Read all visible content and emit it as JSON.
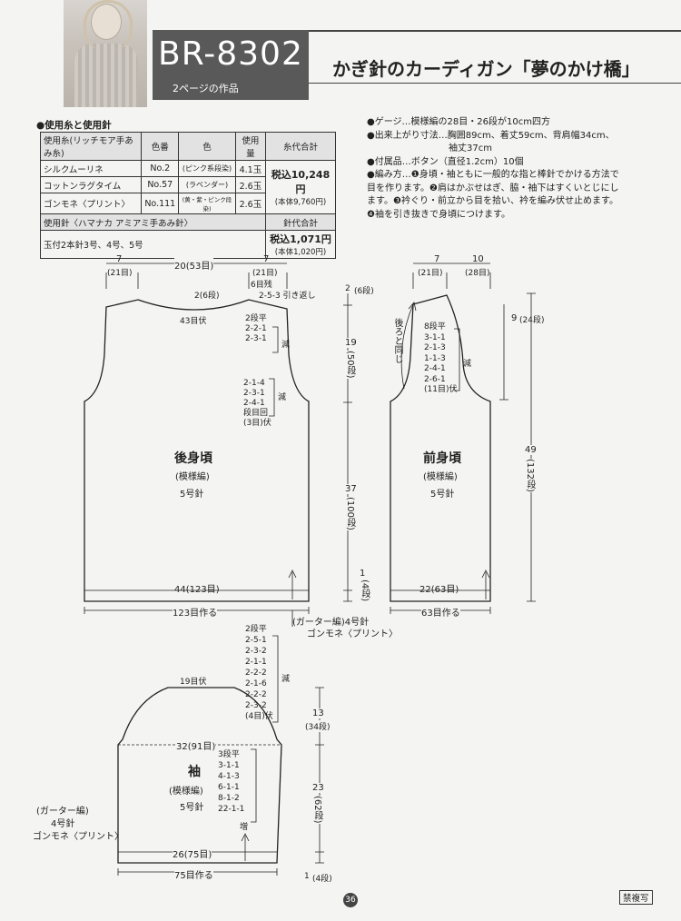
{
  "header": {
    "code": "BR-8302",
    "page_ref": "2ページの作品",
    "title": "かぎ針のカーディガン「夢のかけ橋」"
  },
  "materials": {
    "heading": "●使用糸と使用針",
    "columns": [
      "使用糸(リッチモア手あみ糸)",
      "色番",
      "色",
      "使用量",
      "糸代合計"
    ],
    "rows": [
      {
        "name": "シルクムーリネ",
        "no": "No.2",
        "color": "(ピンク系段染)",
        "qty": "4.1玉"
      },
      {
        "name": "コットンラグタイム",
        "no": "No.57",
        "color": "(ラベンダー)",
        "qty": "2.6玉"
      },
      {
        "name": "ゴンモネ〈プリント〉",
        "no": "No.111",
        "color": "(黄・紫・ピンク段染)",
        "qty": "2.6玉"
      }
    ],
    "yarn_total_main": "税込10,248円",
    "yarn_total_sub": "(本体9,760円)",
    "needle_heading": "使用針〈ハマナカ アミアミ手あみ針〉",
    "needle_total_heading": "針代合計",
    "needles": "玉付2本針3号、4号、5号",
    "needle_total_main": "税込1,071円",
    "needle_total_sub": "(本体1,020円)"
  },
  "specs": [
    "●ゲージ…模様編の28目・26段が10cm四方",
    "●出来上がり寸法…胸囲89cm、着丈59cm、背肩幅34cm、",
    "　　　　　　　　　袖丈37cm",
    "●付属品…ボタン（直径1.2cm）10個",
    "●編み方…❶身頃・袖ともに一般的な指と棒針でかける方法で",
    "目を作ります。❷肩はかぶせはぎ、脇・袖下はすくいとじにし",
    "ます。❸衿ぐり・前立から目を拾い、衿を編み伏せ止めます。",
    "❹袖を引き抜きで身頃につけます。"
  ],
  "back": {
    "name": "後身頃",
    "pattern": "(模様編)",
    "needle": "5号針",
    "top_w1": "7",
    "top_w1s": "(21目)",
    "top_w2": "20(53目)",
    "top_w3": "7",
    "top_w3s": "(21目)",
    "neck": "2(6段)",
    "neck_bo": "43目伏",
    "shoulder_a": "6目残",
    "shoulder_b": "2-5-3 引き返し",
    "neck_rows": [
      "2段平",
      "2-2-1",
      "2-3-1"
    ],
    "dec": "減",
    "arm_rows": [
      "2-1-4",
      "2-3-1",
      "2-4-1",
      "段目回",
      "(3目)伏"
    ],
    "dec2": "減",
    "bottom": "44(123目)",
    "cast": "123目作る"
  },
  "front": {
    "name": "前身頃",
    "pattern": "(模様編)",
    "needle": "5号針",
    "top_w1": "7",
    "top_w1s": "(21目)",
    "top_w2": "10",
    "top_w2s": "(28目)",
    "same_as_back": "後ろと同じ",
    "rows": [
      "8段平",
      "3-1-1",
      "2-1-3",
      "1-1-3",
      "2-4-1",
      "2-6-1",
      "(11目)伏"
    ],
    "dec": "減",
    "side": "9",
    "side_s": "(24段)",
    "bottom": "22(63目)",
    "cast": "63目作る"
  },
  "dims": {
    "h1": "2",
    "h1s": "(6段)",
    "h2": "19",
    "h2s": "(50段)",
    "h3": "37",
    "h3s": "(100段)",
    "h4": "1",
    "h4s": "(4段)",
    "total": "49",
    "total_s": "(132段)"
  },
  "edge_note": {
    "a": "(ガーター編)4号針",
    "b": "ゴンモネ〈プリント〉"
  },
  "sleeve": {
    "name": "袖",
    "pattern": "(模様編)",
    "needle": "5号針",
    "top_bo": "19目伏",
    "cap_rows": [
      "2段平",
      "2-5-1",
      "2-3-2",
      "2-1-1",
      "2-2-2",
      "2-1-6",
      "2-2-2",
      "2-3-2",
      "(4目)伏"
    ],
    "dec": "減",
    "width": "32(91目)",
    "side_rows": [
      "3段平",
      "3-1-1",
      "4-1-3",
      "6-1-1",
      "8-1-2",
      "22-1-1"
    ],
    "inc": "増",
    "h1": "13",
    "h1s": "(34段)",
    "h2": "23",
    "h2s": "(62段)",
    "h3": "1",
    "h3s": "(4段)",
    "bottom": "26(75目)",
    "cast": "75目作る",
    "edge_a": "(ガーター編)",
    "edge_b": "4号針",
    "edge_c": "ゴンモネ〈プリント〉"
  },
  "footer": {
    "page": "36",
    "badge": "禁複写"
  }
}
